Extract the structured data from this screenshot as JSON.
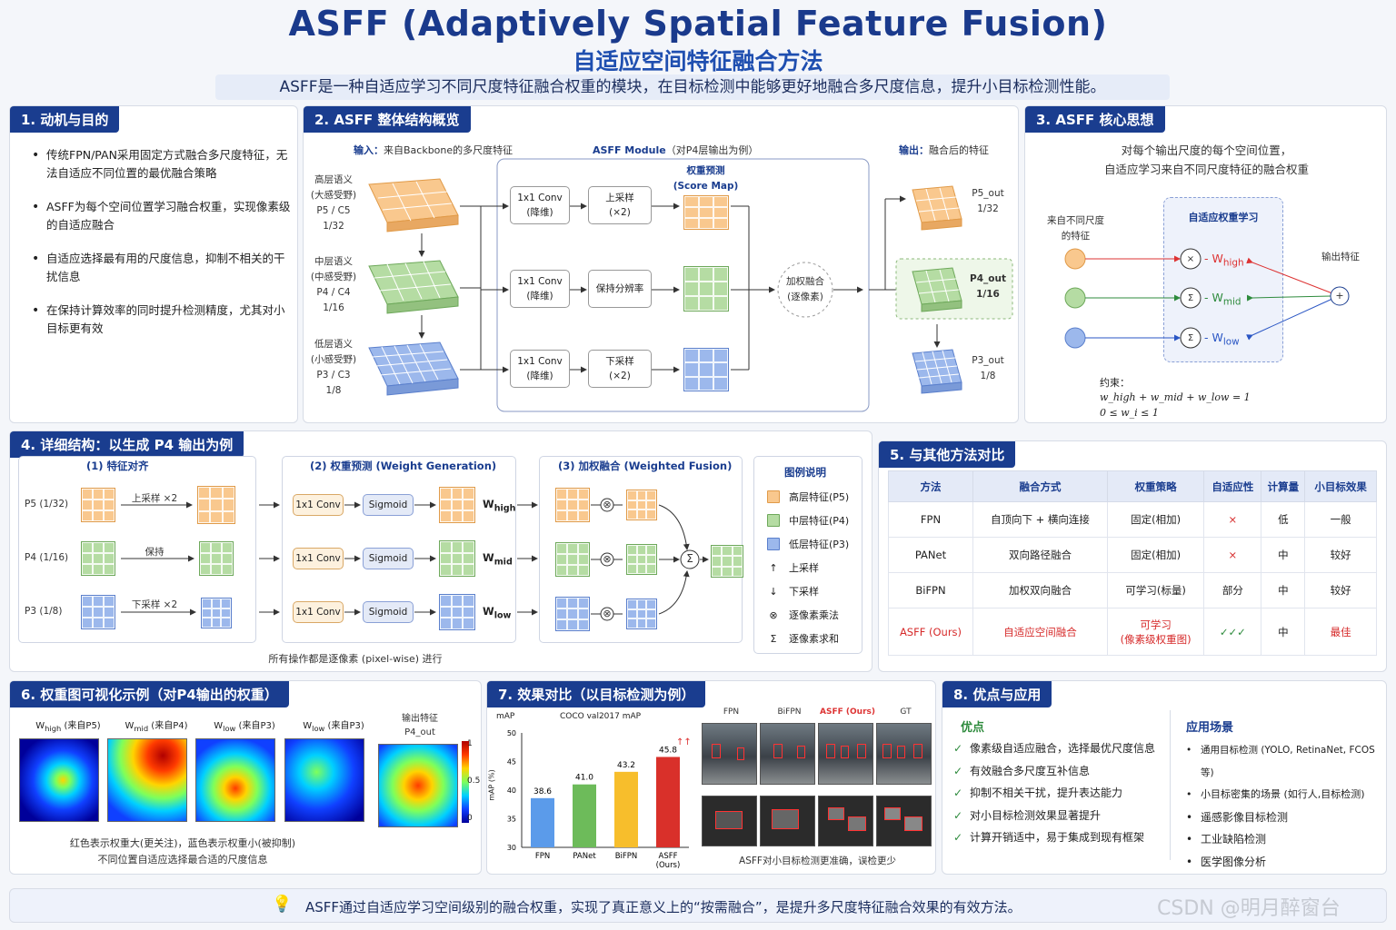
{
  "header": {
    "title": "ASFF (Adaptively Spatial Feature Fusion)",
    "subtitle": "自适应空间特征融合方法",
    "intro": "ASFF是一种自适应学习不同尺度特征融合权重的模块，在目标检测中能够更好地融合多尺度信息，提升小目标检测性能。"
  },
  "p1": {
    "title": "1. 动机与目的",
    "items": [
      "传统FPN/PAN采用固定方式融合多尺度特征，无法自适应不同位置的最优融合策略",
      "ASFF为每个空间位置学习融合权重，实现像素级的自适应融合",
      "自适应选择最有用的尺度信息，抑制不相关的干扰信息",
      "在保持计算效率的同时提升检测精度，尤其对小目标更有效"
    ]
  },
  "p2": {
    "title": "2. ASFF 整体结构概览",
    "input_label": "输入：",
    "input_text": "来自Backbone的多尺度特征",
    "module_label": "ASFF Module",
    "module_note": "（对P4层输出为例）",
    "output_label": "输出：",
    "output_text": "融合后的特征",
    "weight_title": "权重预测",
    "weight_sub": "(Score Map)",
    "levels": [
      {
        "l1": "高层语义",
        "l2": "(大感受野)",
        "l3": "P5 / C5",
        "l4": "1/32"
      },
      {
        "l1": "中层语义",
        "l2": "(中感受野)",
        "l3": "P4 / C4",
        "l4": "1/16"
      },
      {
        "l1": "低层语义",
        "l2": "(小感受野)",
        "l3": "P3 / C3",
        "l4": "1/8"
      }
    ],
    "conv": [
      "1x1 Conv",
      "(降维)"
    ],
    "ops": [
      [
        "上采样",
        "(×2)"
      ],
      [
        "保持分辨率",
        ""
      ],
      [
        "下采样",
        "(×2)"
      ]
    ],
    "fuse": [
      "加权融合",
      "(逐像素)"
    ],
    "outs": [
      [
        "P5_out",
        "1/32"
      ],
      [
        "P4_out",
        "1/16"
      ],
      [
        "P3_out",
        "1/8"
      ]
    ]
  },
  "p3": {
    "title": "3. ASFF 核心思想",
    "desc1": "对每个输出尺度的每个空间位置，",
    "desc2": "自适应学习来自不同尺度特征的融合权重",
    "src1": "来自不同尺度",
    "src2": "的特征",
    "learn": "自适应权重学习",
    "out": "输出特征",
    "w": [
      "W",
      "W",
      "W"
    ],
    "wsub": [
      "high",
      "mid",
      "low"
    ],
    "ops": [
      "×",
      "Σ",
      "Σ"
    ],
    "plus": "+",
    "constraint": "约束：",
    "eq1": "w_high + w_mid + w_low = 1",
    "eq2": "0 ≤ w_i ≤ 1"
  },
  "p4": {
    "title": "4. 详细结构：以生成 P4 输出为例",
    "s1": "(1) 特征对齐",
    "s2": "(2) 权重预测 (Weight Generation)",
    "s3": "(3) 加权融合 (Weighted Fusion)",
    "rows": [
      {
        "label": "P5 (1/32)",
        "op": "上采样 ×2",
        "w": "W",
        "wsub": "high"
      },
      {
        "label": "P4 (1/16)",
        "op": "保持",
        "w": "W",
        "wsub": "mid"
      },
      {
        "label": "P3 (1/8)",
        "op": "下采样 ×2",
        "w": "W",
        "wsub": "low"
      }
    ],
    "conv": "1x1 Conv",
    "sigmoid": "Sigmoid",
    "mul": "⊗",
    "sum": "Σ",
    "note": "所有操作都是逐像素 (pixel-wise) 进行",
    "legend_title": "图例说明",
    "legend": [
      "高层特征(P5)",
      "中层特征(P4)",
      "低层特征(P3)",
      "上采样",
      "下采样",
      "逐像素乘法",
      "逐像素求和"
    ],
    "legend_icons": [
      "↑",
      "↓",
      "⊗",
      "Σ"
    ]
  },
  "p5": {
    "title": "5. 与其他方法对比",
    "headers": [
      "方法",
      "融合方式",
      "权重策略",
      "自适应性",
      "计算量",
      "小目标效果"
    ],
    "rows": [
      [
        "FPN",
        "自顶向下 + 横向连接",
        "固定(相加)",
        "×",
        "低",
        "一般"
      ],
      [
        "PANet",
        "双向路径融合",
        "固定(相加)",
        "×",
        "中",
        "较好"
      ],
      [
        "BiFPN",
        "加权双向融合",
        "可学习(标量)",
        "部分",
        "中",
        "较好"
      ],
      [
        "ASFF (Ours)",
        "自适应空间融合",
        "可学习\n(像素级权重图)",
        "✓✓✓",
        "中",
        "最佳"
      ]
    ]
  },
  "p6": {
    "title": "6. 权重图可视化示例（对P4输出的权重）",
    "maps": [
      {
        "w": "W",
        "sub": "high",
        "src": "(来自P5)"
      },
      {
        "w": "W",
        "sub": "mid",
        "src": "(来自P4)"
      },
      {
        "w": "W",
        "sub": "low",
        "src": "(来自P3)"
      },
      {
        "w": "W",
        "sub": "low",
        "src": "(来自P3)"
      }
    ],
    "out1": "输出特征",
    "out2": "P4_out",
    "cbar": [
      "1",
      "0.5",
      "0"
    ],
    "cap1": "红色表示权重大(更关注)，蓝色表示权重小(被抑制)",
    "cap2": "不同位置自适应选择最合适的尺度信息"
  },
  "p7": {
    "title": "7. 效果对比（以目标检测为例）",
    "caption": "ASFF对小目标检测更准确，误检更少",
    "photo_labels": [
      "FPN",
      "BiFPN",
      "ASFF (Ours)",
      "GT"
    ],
    "chart_data": {
      "type": "bar",
      "title": "COCO val2017 mAP",
      "ylabel": "mAP (%)",
      "ytitle": "mAP",
      "categories": [
        "FPN",
        "PANet",
        "BiFPN",
        "ASFF (Ours)"
      ],
      "values": [
        38.6,
        41.0,
        43.2,
        45.8
      ],
      "value_labels": [
        "38.6",
        "41.0",
        "43.2",
        "45.8"
      ],
      "highlight": "↑↑",
      "ylim": [
        30,
        50
      ],
      "yticks": [
        30,
        35,
        40,
        45,
        50
      ],
      "colors": [
        "#5b9bea",
        "#6dbb5a",
        "#f7be2c",
        "#d9302a"
      ]
    }
  },
  "p8": {
    "title": "8. 优点与应用",
    "adv_title": "优点",
    "adv": [
      "像素级自适应融合，选择最优尺度信息",
      "有效融合多尺度互补信息",
      "抑制不相关干扰，提升表达能力",
      "对小目标检测效果显著提升",
      "计算开销适中，易于集成到现有框架"
    ],
    "app_title": "应用场景",
    "app": [
      "通用目标检测 (YOLO, RetinaNet, FCOS等)",
      "小目标密集的场景 (如行人,目标检测)",
      "遥感影像目标检测",
      "工业缺陷检测",
      "医学图像分析"
    ]
  },
  "footer": {
    "text": "ASFF通过自适应学习空间级别的融合权重，实现了真正意义上的“按需融合”，是提升多尺度特征融合效果的有效方法。",
    "watermark": "CSDN @明月醉窗台"
  }
}
